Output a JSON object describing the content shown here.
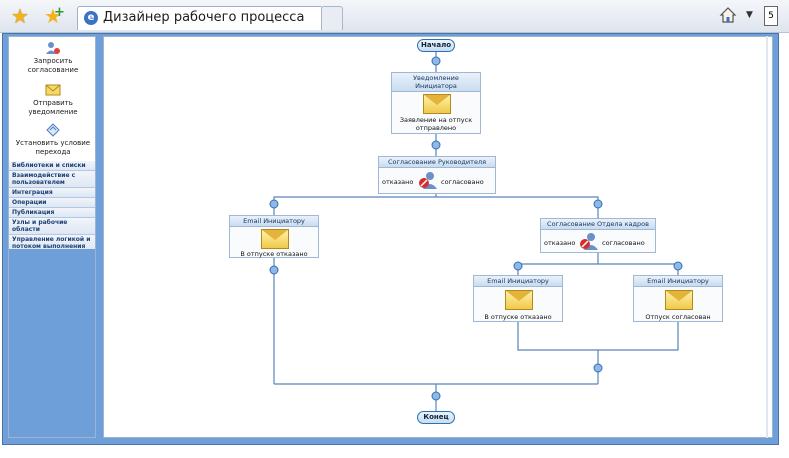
{
  "browser": {
    "tab_title": "Дизайнер рабочего процесса",
    "tab_icon": "e-icon",
    "page_icon_label": "5"
  },
  "sidebar": {
    "actions": [
      {
        "label": "Запросить согласование",
        "icon": "approval-request-icon"
      },
      {
        "label": "Отправить уведомление",
        "icon": "envelope-icon"
      },
      {
        "label": "Установить условие перехода",
        "icon": "condition-icon"
      }
    ],
    "categories": [
      "Библиотеки и списки",
      "Взаимодействие с пользователем",
      "Интеграция",
      "Операции",
      "Публикация",
      "Узлы и рабочие области",
      "Управление логикой и потоком выполнения"
    ]
  },
  "workflow": {
    "start_label": "Начало",
    "end_label": "Конец",
    "notify_initiator": {
      "title": "Уведомление Инициатора",
      "text": "Заявление на отпуск отправлено"
    },
    "manager_approval": {
      "title": "Согласование Руководителя",
      "rejected": "отказано",
      "approved": "согласовано"
    },
    "email_left": {
      "title": "Email Инициатору",
      "text": "В отпуске отказано"
    },
    "hr_approval": {
      "title": "Согласование Отдела кадров",
      "rejected": "отказано",
      "approved": "согласовано"
    },
    "email_mid": {
      "title": "Email Инициатору",
      "text": "В отпуске отказано"
    },
    "email_right": {
      "title": "Email Инициатору",
      "text": "Отпуск согласован"
    }
  }
}
